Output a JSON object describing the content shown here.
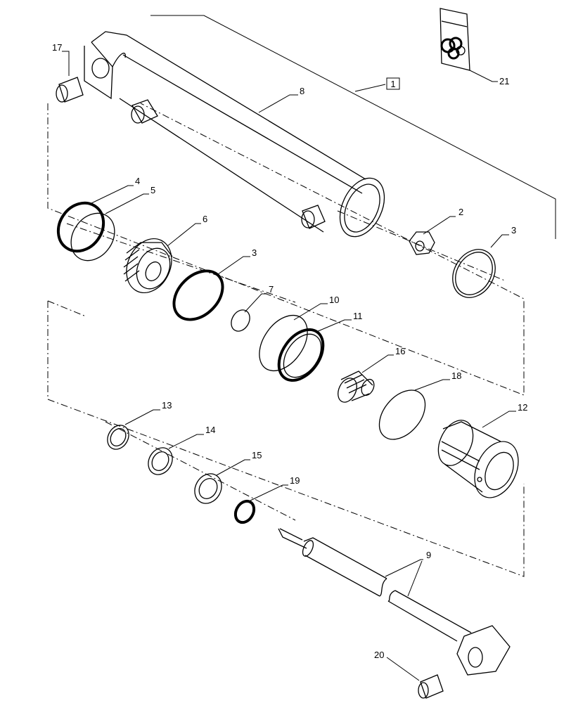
{
  "callouts": [
    {
      "id": "1",
      "boxed": true
    },
    {
      "id": "2"
    },
    {
      "id": "3"
    },
    {
      "id": "3"
    },
    {
      "id": "4"
    },
    {
      "id": "5"
    },
    {
      "id": "6"
    },
    {
      "id": "7"
    },
    {
      "id": "8"
    },
    {
      "id": "9"
    },
    {
      "id": "10"
    },
    {
      "id": "11"
    },
    {
      "id": "12"
    },
    {
      "id": "13"
    },
    {
      "id": "14"
    },
    {
      "id": "15"
    },
    {
      "id": "16"
    },
    {
      "id": "17"
    },
    {
      "id": "18"
    },
    {
      "id": "19"
    },
    {
      "id": "20"
    },
    {
      "id": "21"
    }
  ]
}
